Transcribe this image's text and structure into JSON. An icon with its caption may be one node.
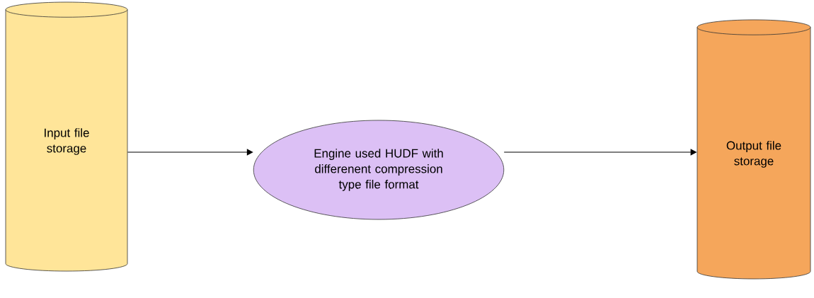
{
  "diagram": {
    "nodes": [
      {
        "text": [
          "Input file storage"
        ]
      },
      {
        "text": [
          "Engine used HUDF with differenent compression type file format"
        ]
      },
      {
        "text": [
          "Output file storage"
        ]
      }
    ],
    "edges": [
      {
        "from": 0,
        "to": 1,
        "arrow": "to"
      },
      {
        "from": 1,
        "to": 2,
        "arrow": "to"
      }
    ]
  }
}
